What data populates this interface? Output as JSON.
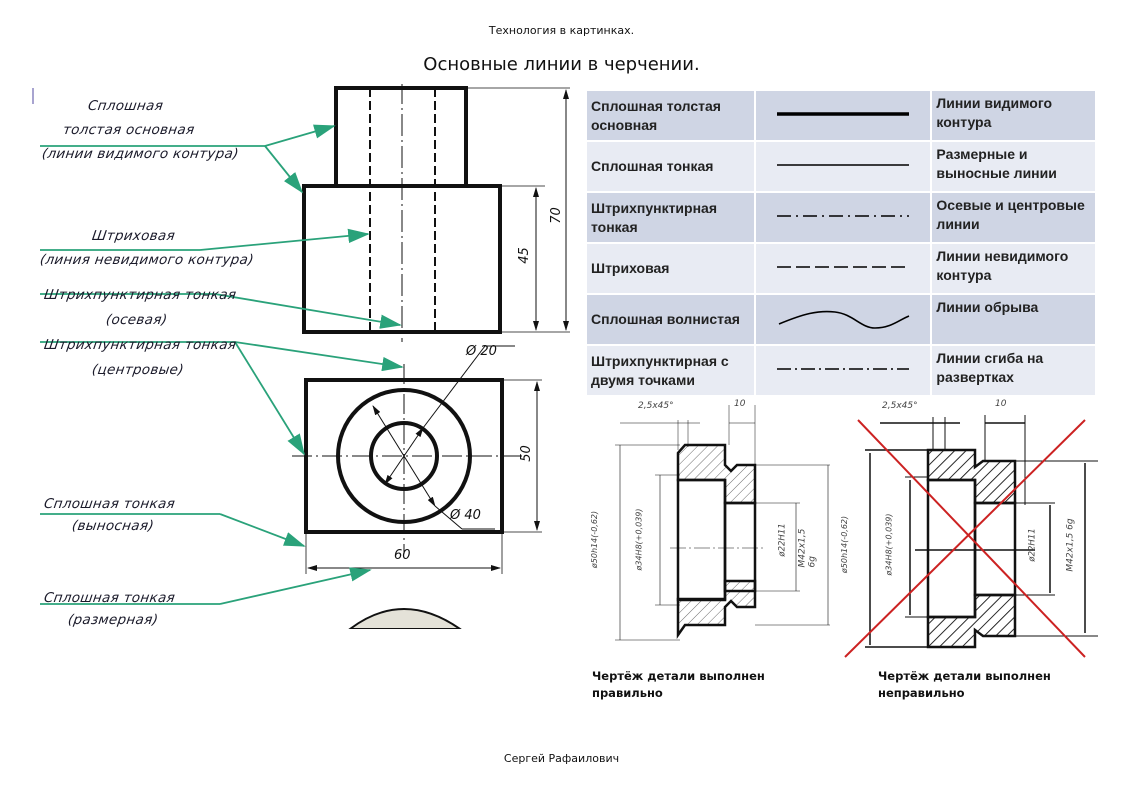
{
  "header": {
    "subtitle": "Технология в картинках.",
    "title": "Основные линии в черчении."
  },
  "left_drawing": {
    "labels": {
      "thick_1": "Сплошная",
      "thick_2": "толстая  основная",
      "thick_3": "(линии  видимого контура)",
      "dashed_1": "Штриховая",
      "dashed_2": "(линия невидимого контура)",
      "axial_1": "Штрихпунктирная тонкая",
      "axial_2": "(осевая)",
      "center_1": "Штрихпунктирная тонкая",
      "center_2": "(центровые)",
      "ext_1": "Сплошная тонкая",
      "ext_2": "(выносная)",
      "dimline_1": "Сплошная тонкая",
      "dimline_2": "(размерная)"
    },
    "dimensions": {
      "height_total": "70",
      "height_base": "45",
      "diam_inner": "Ø 20",
      "diam_outer": "Ø 40",
      "plan_height": "50",
      "plan_width": "60"
    },
    "leader_color": "#2aa27a"
  },
  "line_types_table": {
    "rows": [
      {
        "name": "Сплошная толстая основная",
        "sample": "solid-thick",
        "purpose": "Линии видимого контура"
      },
      {
        "name": "Сплошная тонкая",
        "sample": "solid-thin",
        "purpose": "Размерные и выносные линии"
      },
      {
        "name": "Штрихпунктирная тонкая",
        "sample": "dash-dot",
        "purpose": "Осевые и центровые линии"
      },
      {
        "name": "Штриховая",
        "sample": "dashed",
        "purpose": "Линии невидимого контура"
      },
      {
        "name": "Сплошная волнистая",
        "sample": "wavy",
        "purpose": "Линии обрыва"
      },
      {
        "name": "Штрихпунктирная с двумя точками",
        "sample": "dash-double-dot",
        "purpose": "Линии сгиба на развертках"
      }
    ],
    "row_colors": [
      "#cfd5e4",
      "#e8ebf3"
    ]
  },
  "part_drawings": {
    "dimensions": {
      "chamfer": "2,5x45°",
      "length": "10",
      "outer_diam": "ø50h14(-0,62)",
      "bore_diam": "ø34H8(+0,039)",
      "inner_diam": "ø22H11",
      "thread": "M42x1,5 6g"
    },
    "correct_caption_1": "Чертёж детали выполнен",
    "correct_caption_2": "правильно",
    "wrong_caption_1": "Чертёж детали выполнен",
    "wrong_caption_2": "неправильно",
    "cross_color": "#cc2222"
  },
  "footer": {
    "author": "Сергей Рафаилович"
  }
}
